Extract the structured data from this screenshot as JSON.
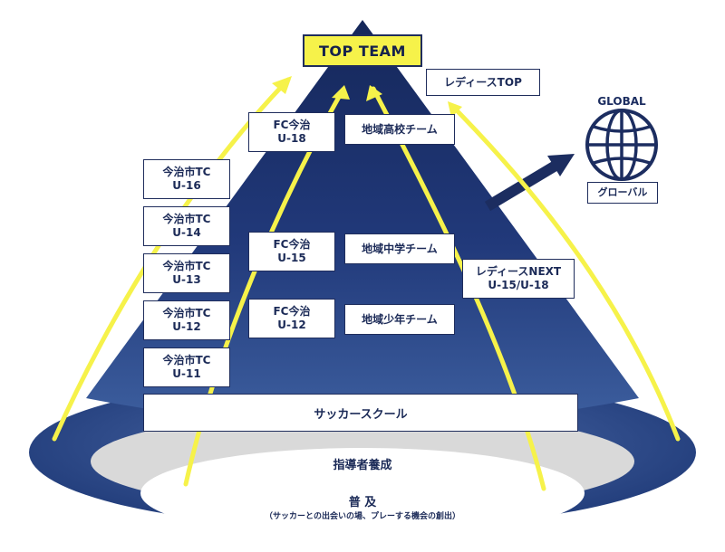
{
  "top": "TOP TEAM",
  "ladies": {
    "top": "レディースTOP",
    "next_line1": "レディースNEXT",
    "next_line2": "U-15/U-18"
  },
  "global": {
    "title": "GLOBAL",
    "label": "グローバル"
  },
  "tc": [
    {
      "l1": "今治市TC",
      "l2": "U-16"
    },
    {
      "l1": "今治市TC",
      "l2": "U-14"
    },
    {
      "l1": "今治市TC",
      "l2": "U-13"
    },
    {
      "l1": "今治市TC",
      "l2": "U-12"
    },
    {
      "l1": "今治市TC",
      "l2": "U-11"
    }
  ],
  "fc": [
    {
      "l1": "FC今治",
      "l2": "U-18"
    },
    {
      "l1": "FC今治",
      "l2": "U-15"
    },
    {
      "l1": "FC今治",
      "l2": "U-12"
    }
  ],
  "regional": [
    "地域高校チーム",
    "地域中学チーム",
    "地域少年チーム"
  ],
  "school": "サッカースクール",
  "coach": "指導者養成",
  "spread": {
    "title": "普 及",
    "sub": "（サッカーとの出会いの場、プレーする機会の創出）"
  },
  "colors": {
    "navy": "#1c3168",
    "navy_mid": "#2a4585",
    "navy_light": "#3e5f9e",
    "yellow": "#f6f24a",
    "gray": "#d9d9d9",
    "ring": "#2c4a8a"
  }
}
